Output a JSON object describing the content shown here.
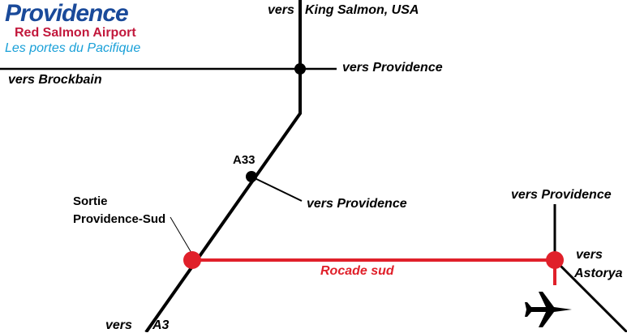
{
  "logo": {
    "name": "Providence",
    "subtitle": "Red Salmon Airport",
    "tagline": "Les portes du Pacifique"
  },
  "labels": {
    "north_vers": "vers",
    "north_dest": "King Salmon, USA",
    "east_top": "vers Providence",
    "west": "vers Brockbain",
    "a33": "A33",
    "a33_branch": "vers Providence",
    "exit_line1": "Sortie",
    "exit_line2": "Providence-Sud",
    "east_right": "vers Providence",
    "se_vers": "vers",
    "se_dest": "Astorya",
    "south_vers": "vers",
    "south_dest": "A3",
    "rocade": "Rocade sud"
  },
  "colors": {
    "road": "#000000",
    "rocade": "#e0202a"
  }
}
